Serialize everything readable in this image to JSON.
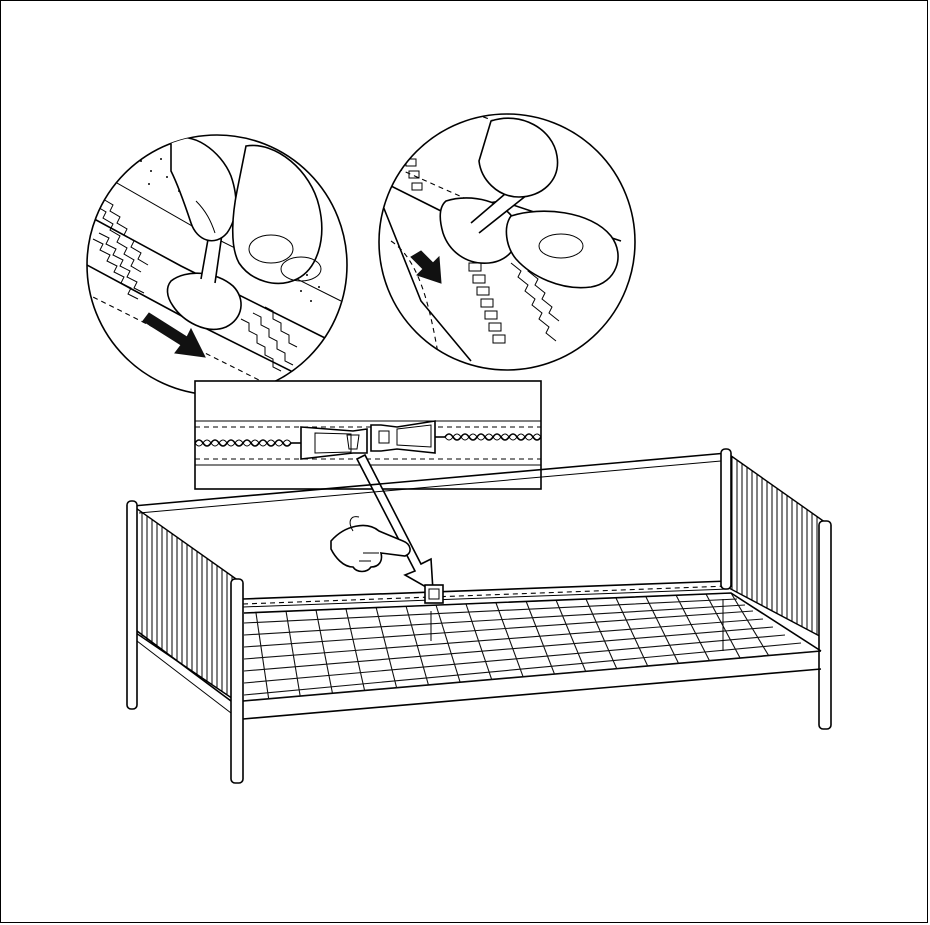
{
  "illustration": {
    "kind": "assembly-instruction",
    "subject": "daybed-frame-with-zip-cover",
    "steps": [
      {
        "id": "detail-left",
        "action": "pull-zip-slider",
        "direction": "left-down"
      },
      {
        "id": "detail-right",
        "action": "pull-zip-slider",
        "direction": "down"
      },
      {
        "id": "zip-strip",
        "action": "zip-sliders-meet-center"
      }
    ],
    "colors": {
      "ink": "#000000",
      "paper": "#ffffff",
      "arrow": "#111111"
    },
    "icons": [
      "pointing-hand-icon",
      "arrow-icon",
      "zip-slider-icon"
    ]
  }
}
